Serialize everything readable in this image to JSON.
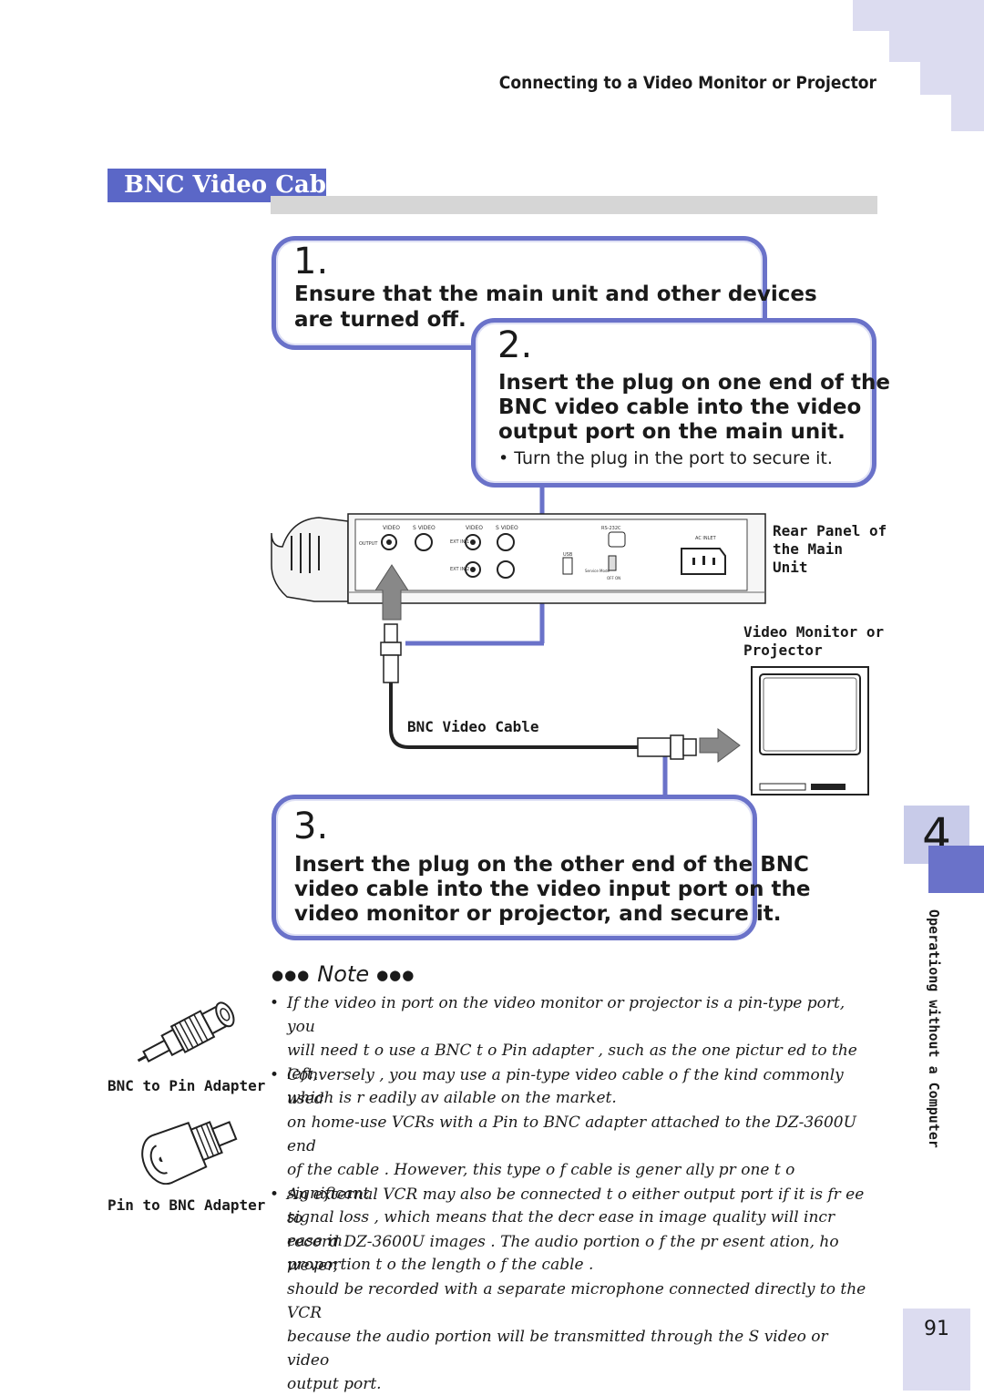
{
  "header": {
    "title": "Connecting to a Video Monitor or Projector"
  },
  "section": {
    "title": "BNC Video Cable"
  },
  "steps": [
    {
      "num": "1.",
      "lines": [
        "Ensure that the main unit and other devices",
        "are turned off."
      ]
    },
    {
      "num": "2.",
      "lines": [
        "Insert the plug on one end of the",
        "BNC video cable into the video",
        "output port on the main unit."
      ],
      "sub": "• Turn the plug in the port to secure it."
    },
    {
      "num": "3.",
      "lines": [
        "Insert the plug on the other end of the BNC",
        "video cable into the video input port on the",
        "video monitor or projector, and secure it."
      ]
    }
  ],
  "diagram": {
    "rear_panel_label": [
      "Rear Panel of",
      "the Main",
      "Unit"
    ],
    "monitor_label": [
      "Video Monitor or",
      "Projector"
    ],
    "cable_label": "BNC Video Cable",
    "panel_labels": {
      "video": "VIDEO",
      "s_video": "S VIDEO",
      "output": "OUTPUT",
      "video2": "VIDEO",
      "s_video2": "S VIDEO",
      "ext_in1": "EXT IN 1",
      "ext_in2": "EXT IN 2",
      "usb": "USB",
      "rs232c": "RS-232C",
      "ac_inlet": "AC INLET",
      "service": "Service Mode",
      "off_on": "OFF  ON"
    }
  },
  "note": {
    "title": "Note",
    "bullets": [
      [
        "If the video in port on the video monitor or projector is a pin-type port, you",
        "will need t o use a BNC t o Pin adapter , such as the one pictur  ed to the left,",
        "which is r eadily av ailable on the market."
      ],
      [
        "Conversely , you may use a pin-type video cable o   f the kind commonly used",
        "on home-use VCRs with a Pin to BNC adapter attached to the DZ-3600U end",
        "of the cable . However, this type o f cable is gener  ally pr one t o significant",
        "signal loss , which means that the decr   ease in image quality will incr    ease in",
        "proportion t o the length o f the cable ."
      ],
      [
        "An external VCR may also be connected t    o either output port if it is fr   ee to",
        "record DZ-3600U images   . The audio portion o f the pr esent ation, ho wever,",
        "should be recorded with a separate microphone connected directly to the VCR",
        "because the audio portion will be transmitted through the S video or video",
        "output port."
      ]
    ]
  },
  "adapters": {
    "bnc_to_pin": "BNC to Pin Adapter",
    "pin_to_bnc": "Pin to BNC Adapter"
  },
  "chapter": {
    "number": "4",
    "title": "Operationg without a Computer"
  },
  "page": {
    "number": "91"
  },
  "colors": {
    "accent": "#5b67c7",
    "border": "#6a72c9",
    "tab_light": "#dcdcf0"
  }
}
